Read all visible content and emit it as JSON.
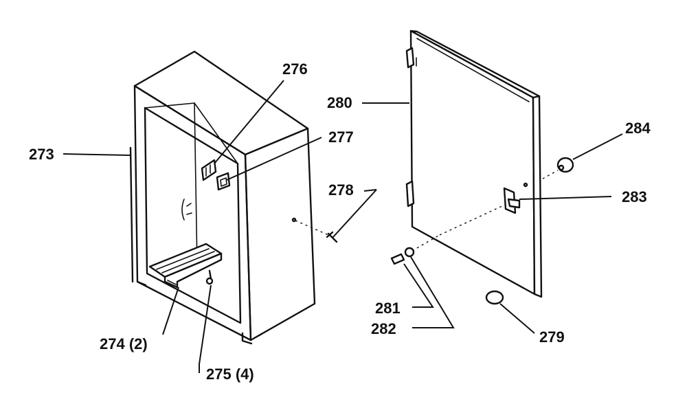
{
  "callouts": {
    "c273": "273",
    "c274": "274 (2)",
    "c275": "275 (4)",
    "c276": "276",
    "c277": "277",
    "c278": "278",
    "c279": "279",
    "c280": "280",
    "c281": "281",
    "c282": "282",
    "c283": "283",
    "c284": "284"
  }
}
